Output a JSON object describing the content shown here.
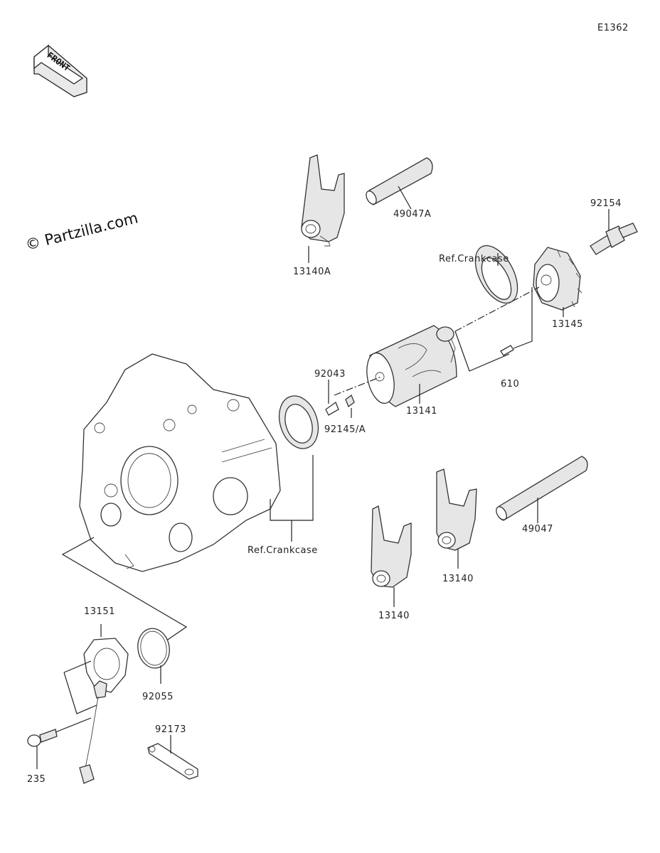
{
  "diagram_code": "E1362",
  "front_label": "FRONT",
  "watermark": "© Partzilla.com",
  "labels": {
    "p13140A": "13140A",
    "p49047A": "49047A",
    "p92154": "92154",
    "refCrankcaseTop": "Ref.Crankcase",
    "p13145": "13145",
    "p92043": "92043",
    "p13141": "13141",
    "p610": "610",
    "p92145A": "92145/A",
    "refCrankcaseBottom": "Ref.Crankcase",
    "p49047": "49047",
    "p13140_right": "13140",
    "p13140_left": "13140",
    "p13151": "13151",
    "p92055": "92055",
    "p92173": "92173",
    "p235": "235"
  }
}
